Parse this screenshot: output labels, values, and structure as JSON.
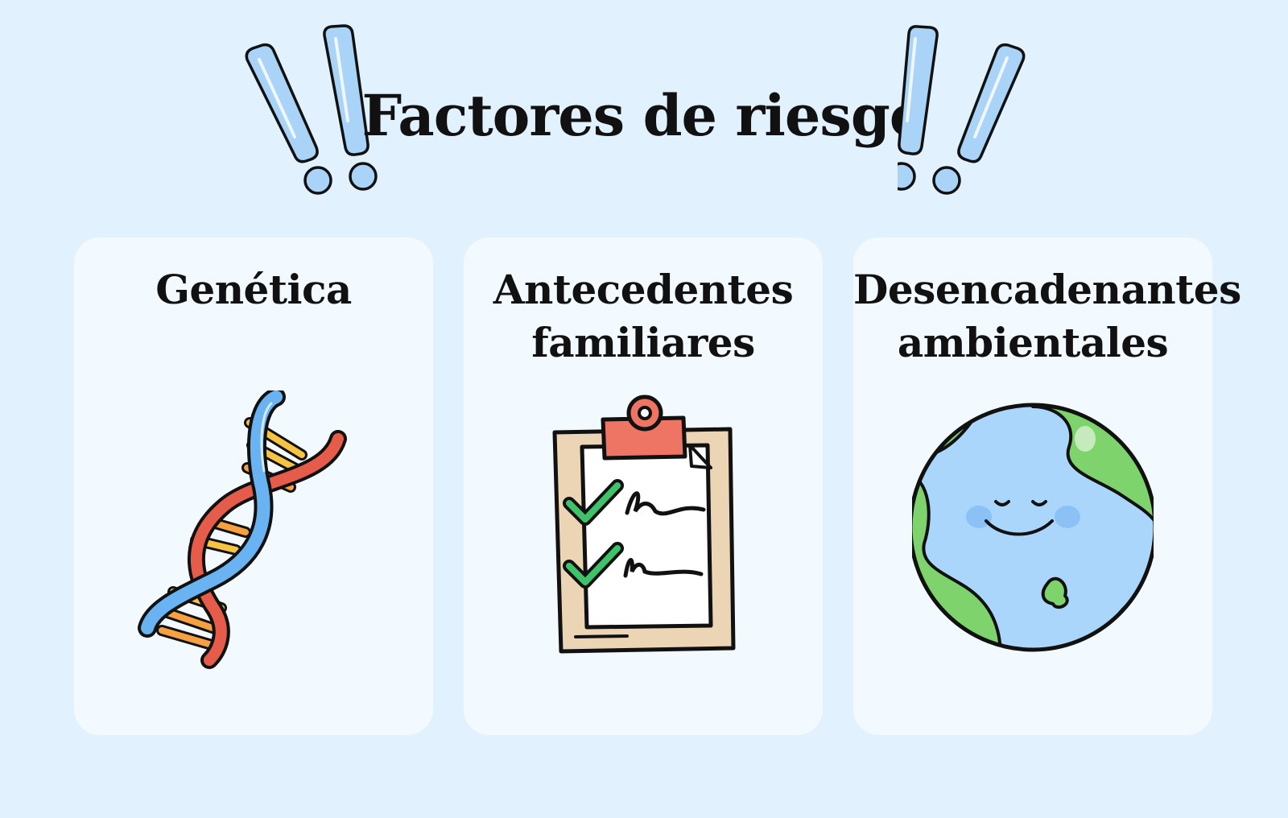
{
  "page": {
    "title": "Factores de riesgo"
  },
  "cards": [
    {
      "title": "Genética",
      "icon": "dna-icon"
    },
    {
      "title": "Antecedentes familiares",
      "icon": "clipboard-checklist-icon"
    },
    {
      "title": "Desencadenantes ambientales",
      "icon": "smiling-earth-icon"
    }
  ],
  "colors": {
    "background": "#e1f1fe",
    "card": "#f2f9ff",
    "exclaim_blue": "#a9d3f7",
    "dna_blue": "#6ab3f2",
    "dna_red": "#e65c4a",
    "dna_yellow": "#f6c442",
    "clipboard_board": "#ecd5b5",
    "clipboard_clip": "#ee7463",
    "check_green": "#3ec36b",
    "earth_water": "#a9d6fa",
    "earth_land": "#7fd36d"
  }
}
